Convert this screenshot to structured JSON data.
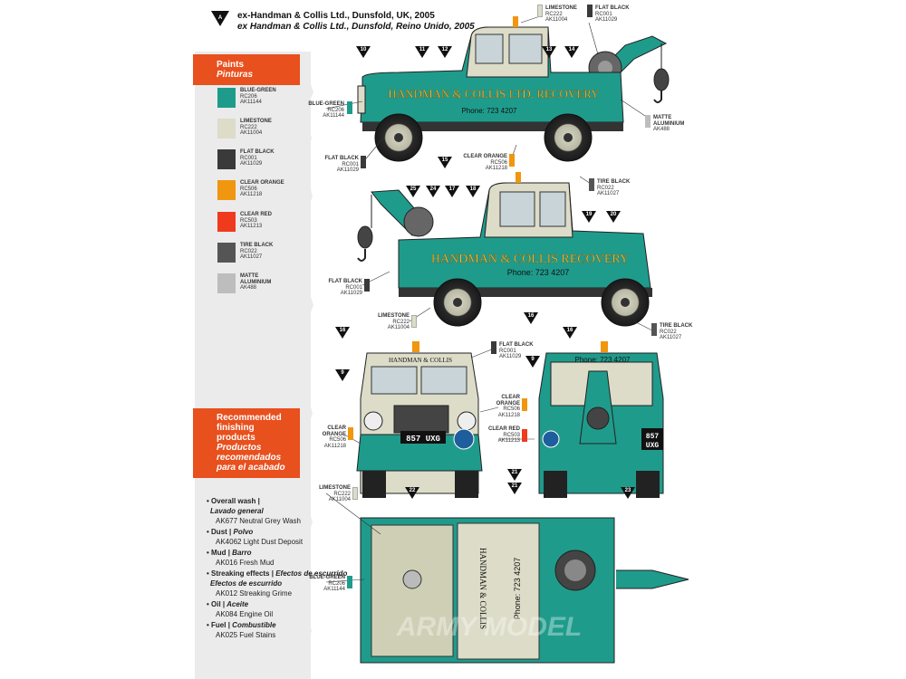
{
  "header": {
    "badge": "A",
    "title_en": "ex-Handman & Collis Ltd., Dunsfold, UK, 2005",
    "title_es": "ex Handman & Collis Ltd., Dunsfold, Reino Unido, 2005"
  },
  "paints_banner": {
    "en": "Paints",
    "es": "Pinturas"
  },
  "paints": [
    {
      "name": "BLUE-GREEN",
      "code1": "RC206",
      "code2": "AK11144",
      "color": "#1f9b8c"
    },
    {
      "name": "LIMESTONE",
      "code1": "RC222",
      "code2": "AK11004",
      "color": "#dcdcc8"
    },
    {
      "name": "FLAT BLACK",
      "code1": "RC001",
      "code2": "AK11029",
      "color": "#3a3a3a"
    },
    {
      "name": "CLEAR ORANGE",
      "code1": "RC506",
      "code2": "AK11218",
      "color": "#f0960f"
    },
    {
      "name": "CLEAR RED",
      "code1": "RC503",
      "code2": "AK11213",
      "color": "#f03a1e"
    },
    {
      "name": "TIRE BLACK",
      "code1": "RC022",
      "code2": "AK11027",
      "color": "#555555"
    },
    {
      "name": "MATTE ALUMINIUM",
      "code1": "AK488",
      "code2": "",
      "color": "#bdbdbd"
    }
  ],
  "finish_banner": {
    "en1": "Recommended",
    "en2": "finishing",
    "en3": "products",
    "es1": "Productos",
    "es2": "recomendados",
    "es3": "para el acabado"
  },
  "finishing": [
    {
      "en": "Overall wash |",
      "es": "Lavado general",
      "product": "AK677 Neutral Grey Wash"
    },
    {
      "en": "Dust |",
      "es": "Polvo",
      "product": "AK4062 Light Dust Deposit"
    },
    {
      "en": "Mud |",
      "es": "Barro",
      "product": "AK016 Fresh Mud"
    },
    {
      "en": "Streaking effects |",
      "es": "Efectos de escurrido",
      "product": "AK012 Streaking Grime"
    },
    {
      "en": "Oil |",
      "es": "Aceite",
      "product": "AK084 Engine Oil"
    },
    {
      "en": "Fuel |",
      "es": "Combustible",
      "product": "AK025 Fuel Stains"
    }
  ],
  "vehicle": {
    "side_text_1": "HANDMAN & COLLIS LTD. RECOVERY",
    "side_text_2": "HANDMAN & COLLIS RECOVERY",
    "phone": "Phone: 723 4207",
    "front_text": "HANDMAN & COLLIS",
    "rear_phone": "Phone: 723 4207",
    "plate_front": "857 UXG",
    "plate_rear_1": "857",
    "plate_rear_2": "UXG",
    "top_text": "HANDMAN & COLLIS",
    "top_phone": "Phone: 723 4207",
    "watermark": "ARMY MODEL"
  },
  "callouts": {
    "c1": {
      "name": "LIMESTONE",
      "code1": "RC222",
      "code2": "AK11004"
    },
    "c2": {
      "name": "FLAT BLACK",
      "code1": "RC001",
      "code2": "AK11029"
    },
    "c3": {
      "name": "BLUE-GREEN",
      "code1": "RC206",
      "code2": "AK11144"
    },
    "c4": {
      "name": "MATTE",
      "name2": "ALUMINIUM",
      "code1": "AK488"
    },
    "c5": {
      "name": "FLAT BLACK",
      "code1": "RC001",
      "code2": "AK11029"
    },
    "c6": {
      "name": "CLEAR ORANGE",
      "code1": "RC506",
      "code2": "AK11218"
    },
    "c7": {
      "name": "TIRE BLACK",
      "code1": "RC022",
      "code2": "AK11027"
    },
    "c8": {
      "name": "FLAT BLACK",
      "code1": "RC001",
      "code2": "AK11029"
    },
    "c9": {
      "name": "LIMESTONE",
      "code1": "RC222",
      "code2": "AK11004"
    },
    "c10": {
      "name": "FLAT BLACK",
      "code1": "RC001",
      "code2": "AK11029"
    },
    "c11": {
      "name": "TIRE BLACK",
      "code1": "RC022",
      "code2": "AK11027"
    },
    "c12": {
      "name": "CLEAR",
      "name2": "ORANGE",
      "code1": "RC506",
      "code2": "AK11218"
    },
    "c13": {
      "name": "CLEAR",
      "name2": "ORANGE",
      "code1": "RC506",
      "code2": "AK11218"
    },
    "c14": {
      "name": "CLEAR RED",
      "code1": "RC503",
      "code2": "AK11213"
    },
    "c15": {
      "name": "LIMESTONE",
      "code1": "RC222",
      "code2": "AK11004"
    },
    "c16": {
      "name": "BLUE-GREEN",
      "code1": "RC206",
      "code2": "AK11144"
    }
  },
  "markers": [
    "10",
    "11",
    "12",
    "13",
    "14",
    "15",
    "25",
    "24",
    "17",
    "18",
    "19",
    "20",
    "16",
    "16",
    "9",
    "9",
    "16",
    "21",
    "21",
    "22",
    "23"
  ]
}
